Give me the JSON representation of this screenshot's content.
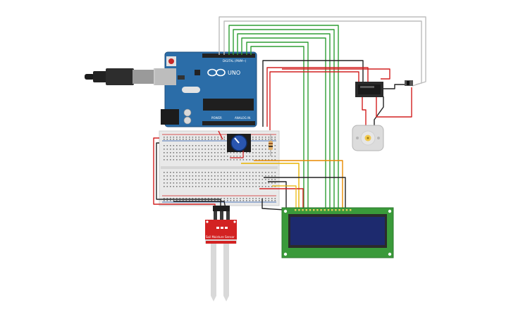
{
  "arduino": {
    "logo_text": "UNO",
    "digital_label": "DIGITAL (PWM~)",
    "power_label": "POWER",
    "analog_label": "ANALOG IN"
  },
  "sensor": {
    "label": "Soil Moisture Sensor"
  },
  "colors": {
    "background": "#ffffff",
    "arduino_blue": "#2b6da8",
    "wire_green": "#2e9e33",
    "wire_red": "#d22020",
    "wire_black": "#222222",
    "wire_yellow": "#e8b400",
    "wire_orange": "#e88a00",
    "wire_gray": "#bdbdbd",
    "lcd_board": "#3a9a3a",
    "lcd_screen": "#1d2a6e",
    "sensor_red": "#d32222",
    "breadboard": "#e9e9e9"
  },
  "icons": {
    "usb_cable": "usb-plug-icon",
    "motor": "dc-motor-icon",
    "potentiometer": "knob-icon",
    "relay": "relay-icon"
  }
}
